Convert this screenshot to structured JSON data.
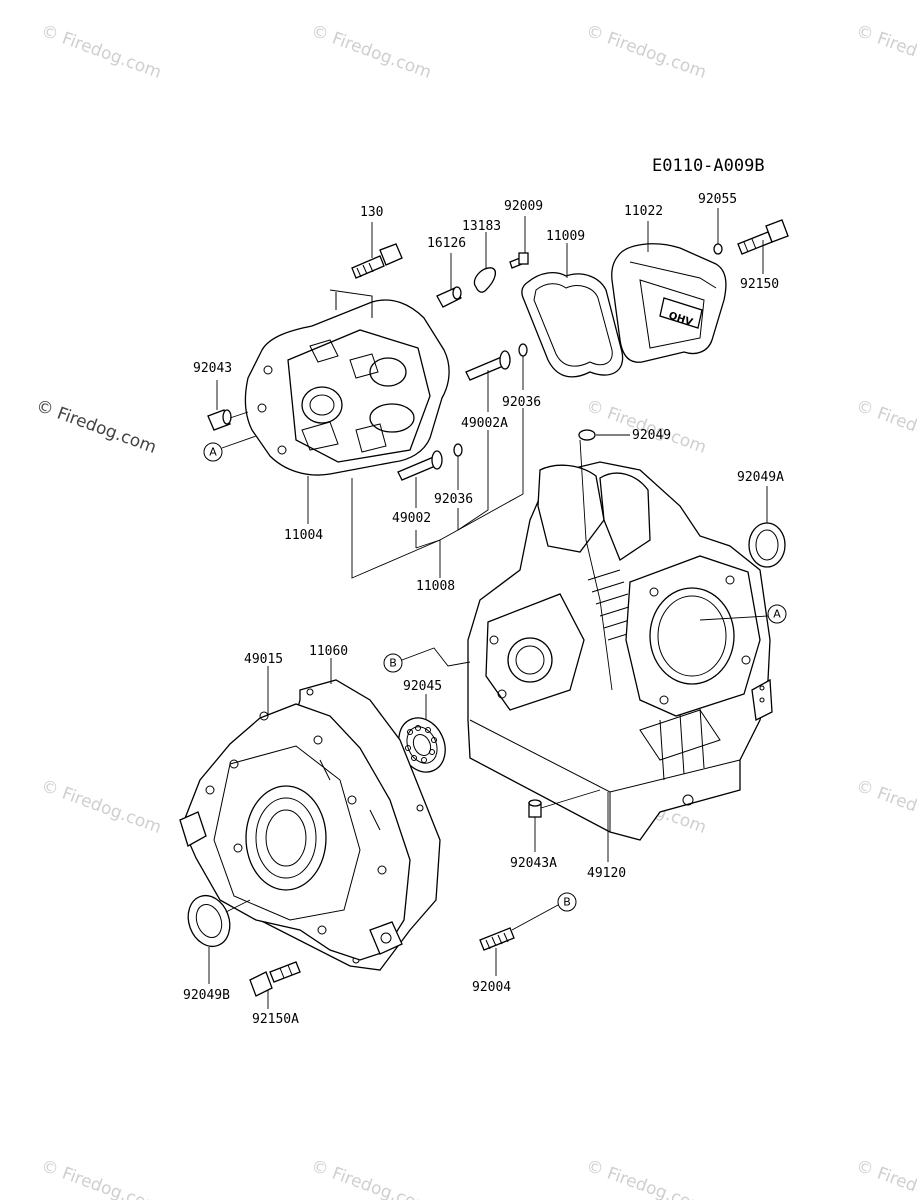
{
  "diagram": {
    "code": "E0110-A009B",
    "watermark": "© Firedog.com",
    "part_numbers": {
      "p130": "130",
      "p16126": "16126",
      "p13183": "13183",
      "p92009": "92009",
      "p11009": "11009",
      "p11022": "11022",
      "p92055": "92055",
      "p92150": "92150",
      "p92043": "92043",
      "p92036a": "92036",
      "p49002A": "49002A",
      "p92049": "92049",
      "p92049A": "92049A",
      "p92036b": "92036",
      "p49002": "49002",
      "p11004": "11004",
      "p11008": "11008",
      "p49015": "49015",
      "p11060": "11060",
      "p92045": "92045",
      "p92043A": "92043A",
      "p49120": "49120",
      "p92004": "92004",
      "p92049B": "92049B",
      "p92150A": "92150A"
    },
    "ref_markers": {
      "a_left": "A",
      "a_right": "A",
      "b_left": "B",
      "b_bottom": "B"
    }
  }
}
